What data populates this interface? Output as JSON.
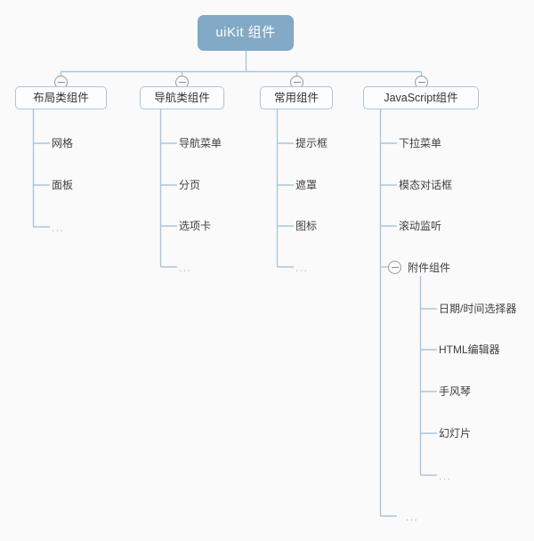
{
  "diagram": {
    "type": "mind-map-tree",
    "background_color": "#fafafa",
    "line_color": "#a9c6dc",
    "root": {
      "label": "uiKit 组件",
      "fill_color": "#82aac6",
      "text_color": "#ffffff"
    },
    "branches": [
      {
        "label": "布局类组件",
        "toggle": "collapse-toggle-minus",
        "children": [
          {
            "label": "网格",
            "muted": false
          },
          {
            "label": "面板",
            "muted": false
          },
          {
            "label": "...",
            "muted": true
          }
        ]
      },
      {
        "label": "导航类组件",
        "toggle": "collapse-toggle-minus",
        "children": [
          {
            "label": "导航菜单",
            "muted": false
          },
          {
            "label": "分页",
            "muted": false
          },
          {
            "label": "选项卡",
            "muted": false
          },
          {
            "label": "...",
            "muted": true
          }
        ]
      },
      {
        "label": "常用组件",
        "toggle": "collapse-toggle-minus",
        "children": [
          {
            "label": "提示框",
            "muted": false
          },
          {
            "label": "遮罩",
            "muted": false
          },
          {
            "label": "图标",
            "muted": false
          },
          {
            "label": "...",
            "muted": true
          }
        ]
      },
      {
        "label": "JavaScript组件",
        "toggle": "collapse-toggle-minus",
        "children": [
          {
            "label": "下拉菜单",
            "muted": false
          },
          {
            "label": "模态对话框",
            "muted": false
          },
          {
            "label": "滚动监听",
            "muted": false
          },
          {
            "label": "附件组件",
            "muted": false,
            "toggle": "collapse-toggle-minus",
            "children": [
              {
                "label": "日期/时间选择器",
                "muted": false
              },
              {
                "label": "HTML编辑器",
                "muted": false
              },
              {
                "label": "手风琴",
                "muted": false
              },
              {
                "label": "幻灯片",
                "muted": false
              },
              {
                "label": "...",
                "muted": true
              }
            ]
          },
          {
            "label": "...",
            "muted": true
          }
        ]
      }
    ]
  }
}
